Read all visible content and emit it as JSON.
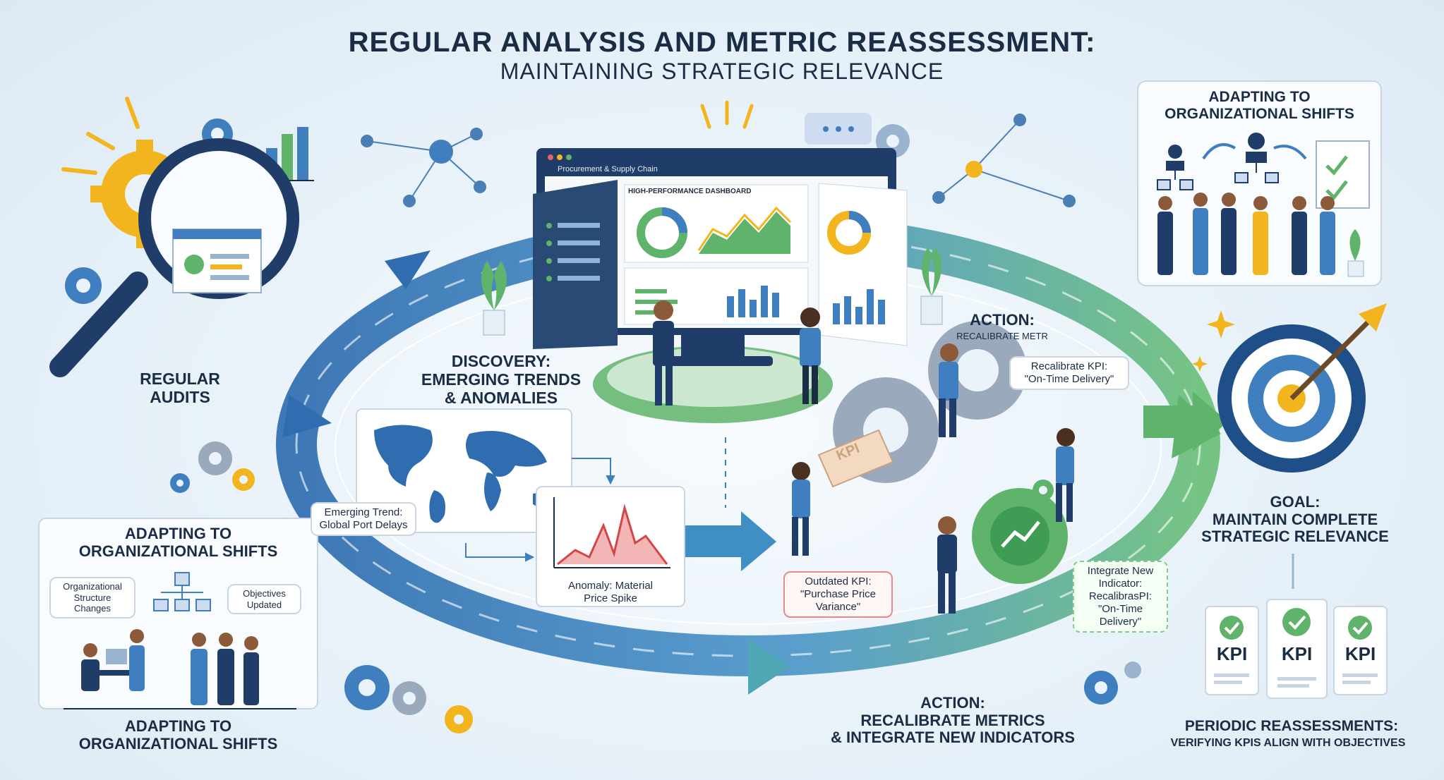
{
  "title": {
    "line1": "REGULAR ANALYSIS AND METRIC REASSESSMENT:",
    "line2": "MAINTAINING STRATEGIC RELEVANCE"
  },
  "regular_audits": "REGULAR\nAUDITS",
  "discovery": {
    "heading": "DISCOVERY:\nEMERGING TRENDS\n& ANOMALIES",
    "trend_note": "Emerging Trend:\nGlobal Port Delays",
    "anomaly_note": "Anomaly: Material\nPrice Spike"
  },
  "dashboard": {
    "window_title": "Procurement & Supply Chain",
    "panel_title": "HIGH-PERFORMANCE DASHBOARD"
  },
  "action_top": {
    "heading": "ACTION:",
    "subheading": "RECALIBRATE METR",
    "note": "Recalibrate KPI:\n\"On-Time Delivery\""
  },
  "kpi_tag": "KPI",
  "outdated_note": "Outdated KPI:\n\"Purchase Price\nVariance\"",
  "integrate_note": "Integrate New\nIndicator:\nRecalibrasPI:\n\"On-Time\nDelivery\"",
  "action_bottom": "ACTION:\nRECALIBRATE METRICS\n& INTEGRATE NEW INDICATORS",
  "shifts_top": "ADAPTING TO\nORGANIZATIONAL SHIFTS",
  "shifts_left": {
    "heading": "ADAPTING TO\nORGANIZATIONAL SHIFTS",
    "note_structure": "Organizational\nStructure\nChanges",
    "note_objectives": "Objectives\nUpdated",
    "footer": "ADAPTING TO\nORGANIZATIONAL SHIFTS"
  },
  "goal": "GOAL:\nMAINTAIN COMPLETE\nSTRATEGIC RELEVANCE",
  "kpi_cards": [
    "KPI",
    "KPI",
    "KPI"
  ],
  "periodic": {
    "heading": "PERIODIC REASSESSMENTS:",
    "sub": "VERIFYING KPIs ALIGN WITH OBJECTIVES"
  },
  "colors": {
    "navy": "#1b2c45",
    "cycle_blue": "#3f7fc0",
    "cycle_green": "#5fb36a",
    "accent_yellow": "#f2b51d",
    "anomaly_red": "#d64545"
  }
}
